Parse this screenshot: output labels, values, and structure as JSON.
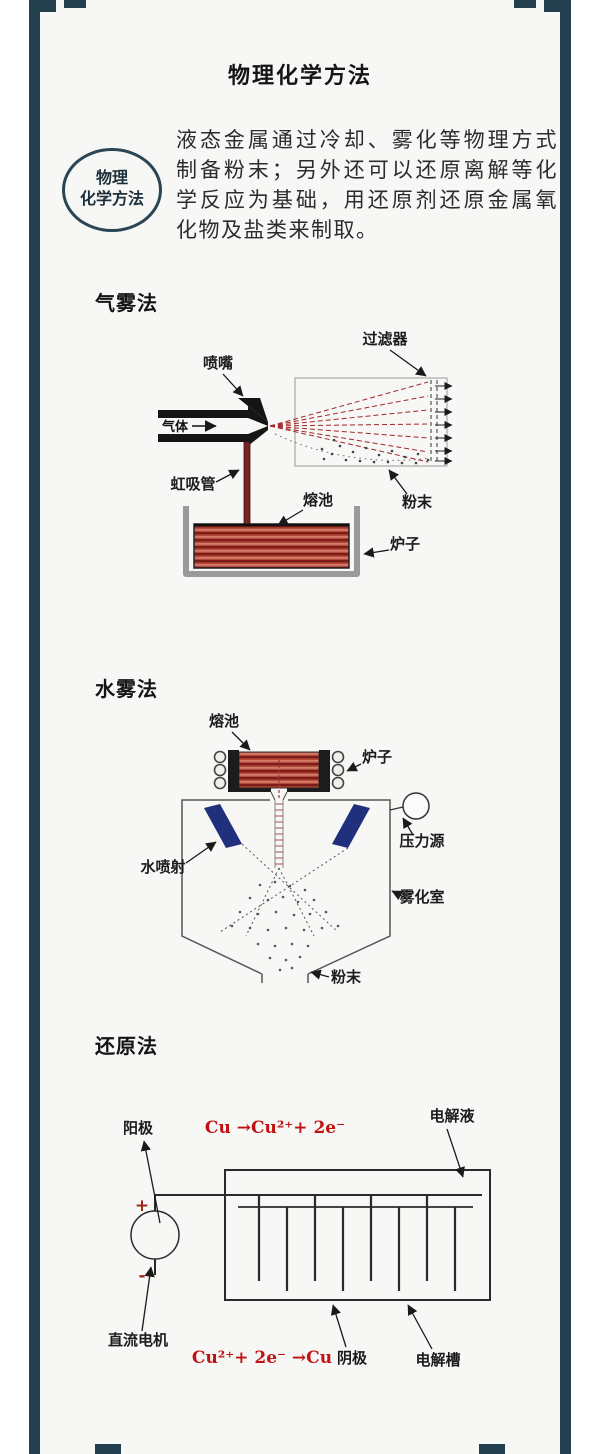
{
  "page": {
    "title": "物理化学方法",
    "badge": {
      "line1": "物理",
      "line2": "化学方法"
    },
    "intro_text": "液态金属通过冷却、雾化等物理方式制备粉末；另外还可以还原离解等化学反应为基础，用还原剂还原金属氧化物及盐类来制取。"
  },
  "sections": {
    "gas": {
      "title": "气雾法",
      "labels": {
        "filter": "过滤器",
        "nozzle": "喷嘴",
        "gas": "气体",
        "siphon": "虹吸管",
        "melt_pool": "熔池",
        "powder": "粉末",
        "furnace": "炉子"
      }
    },
    "water": {
      "title": "水雾法",
      "labels": {
        "melt_pool": "熔池",
        "furnace": "炉子",
        "pressure_source": "压力源",
        "water_jet": "水喷射",
        "atomize_chamber": "雾化室",
        "powder": "粉末"
      }
    },
    "reduction": {
      "title": "还原法",
      "labels": {
        "anode": "阳极",
        "electrolyte": "电解液",
        "plus": "+",
        "minus": "-",
        "dc_source": "直流电机",
        "cathode": "阴极",
        "cell": "电解槽"
      },
      "reactions": {
        "anode": "Cu →Cu²⁺+ 2e⁻",
        "cathode": "Cu²⁺+ 2e⁻ →Cu"
      }
    }
  },
  "colors": {
    "frame": "#23404e",
    "reaction_red": "#c01212",
    "melt_red": "#b5493b",
    "jet_blue": "#20307d"
  }
}
